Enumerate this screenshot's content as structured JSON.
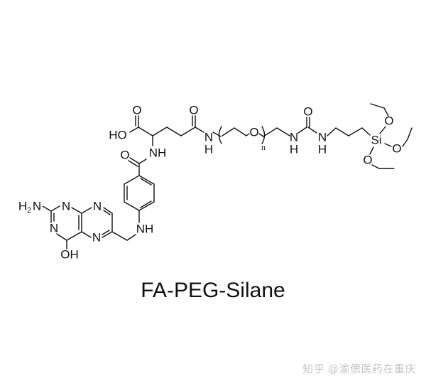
{
  "figure": {
    "title": "FA-PEG-Silane",
    "watermark": "知乎 @渝偲医药在重庆"
  },
  "atoms": {
    "h2n": "H",
    "h2n_sub": "2",
    "h2n_n": "N",
    "n1": "N",
    "n3": "N",
    "n5": "N",
    "n8": "N",
    "oh_pterin": "OH",
    "nh_benzyl": "NH",
    "o_benzamide": "O",
    "nh_glu": "NH",
    "ho_acid": "HO",
    "o_acid": "O",
    "o_gamma": "O",
    "n_amide": "N",
    "h_amide": "H",
    "o_peg": "O",
    "peg_repeat": "n",
    "n_urea1": "N",
    "h_urea1": "H",
    "o_urea": "O",
    "n_urea2": "N",
    "h_urea2": "H",
    "si": "Si",
    "o_si_top": "O",
    "o_si_right": "O",
    "o_si_bottom": "O"
  },
  "colors": {
    "ink": "#111111",
    "background": "#ffffff",
    "watermark": "#c4c4c4"
  }
}
